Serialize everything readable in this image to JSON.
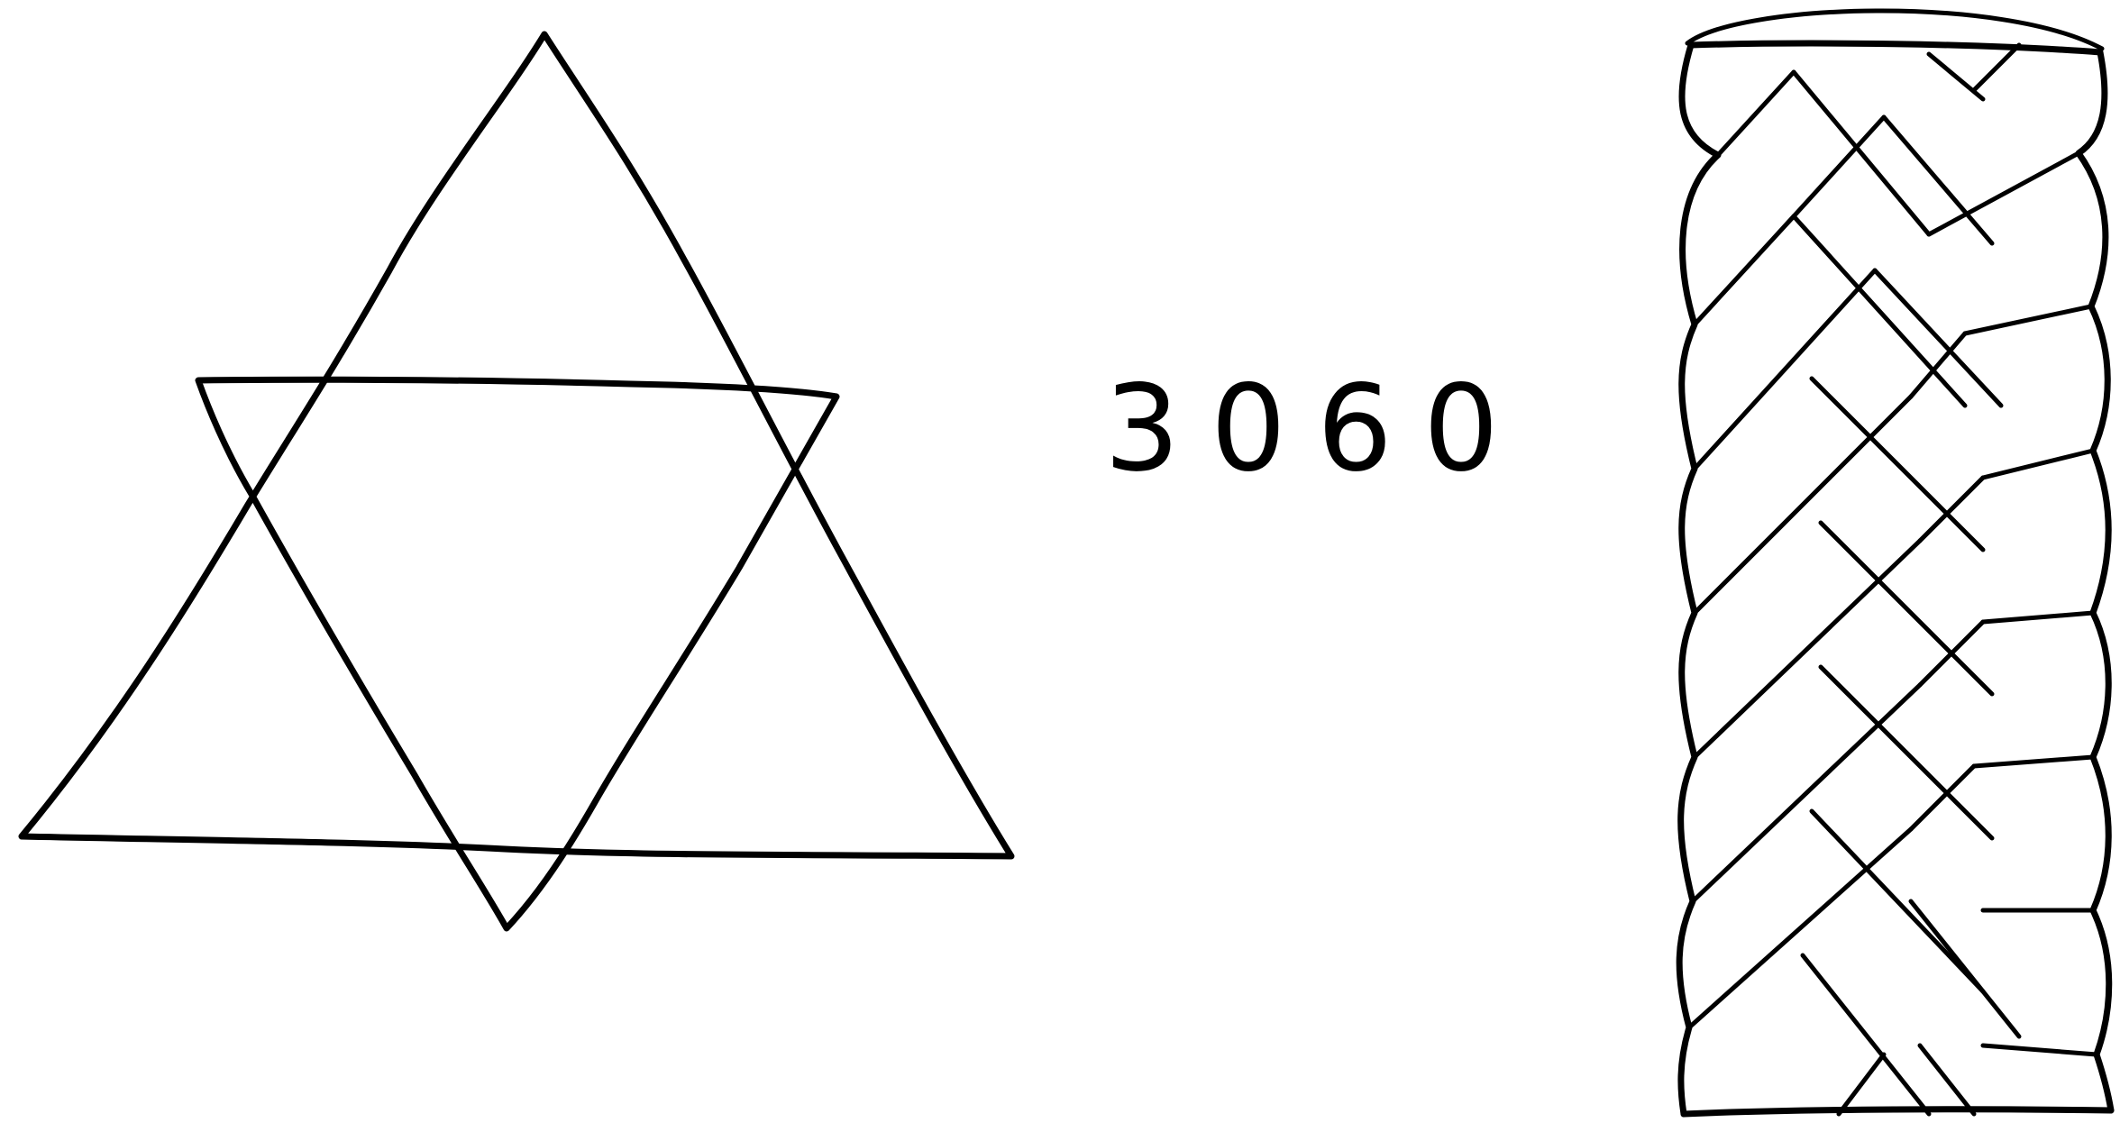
{
  "figure_number": "3060",
  "colors": {
    "ink": "#000000",
    "paper": "#ffffff"
  },
  "figures": [
    {
      "name": "hexagram-overlapping-triangles"
    },
    {
      "name": "braided-column"
    }
  ]
}
